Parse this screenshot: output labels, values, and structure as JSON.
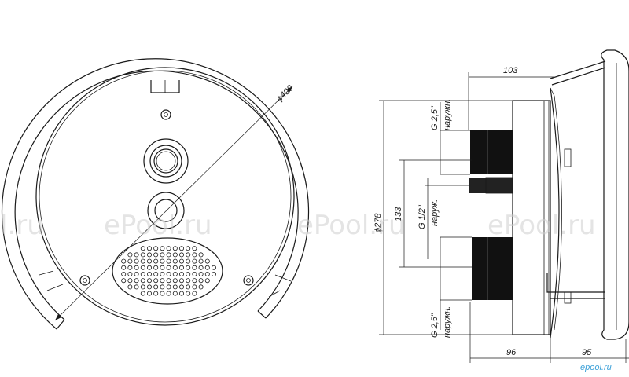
{
  "front_view": {
    "diameter_label": "ϕ400"
  },
  "side_view": {
    "dim_top_width": "103",
    "dim_height": "ϕ278",
    "dim_inner_height": "133",
    "dim_bottom_left": "96",
    "dim_bottom_right": "95",
    "thread_top_size": "G 2,5\"",
    "thread_top_type": "наружн.",
    "thread_mid_size": "G 1/2\"",
    "thread_mid_type": "наруж.",
    "thread_bottom_size": "G 2,5\"",
    "thread_bottom_type": "наружн."
  },
  "watermarks": [
    "l.ru",
    "ePool.ru",
    "ePool.ru",
    "ePool.ru"
  ],
  "logo": "epool.ru"
}
